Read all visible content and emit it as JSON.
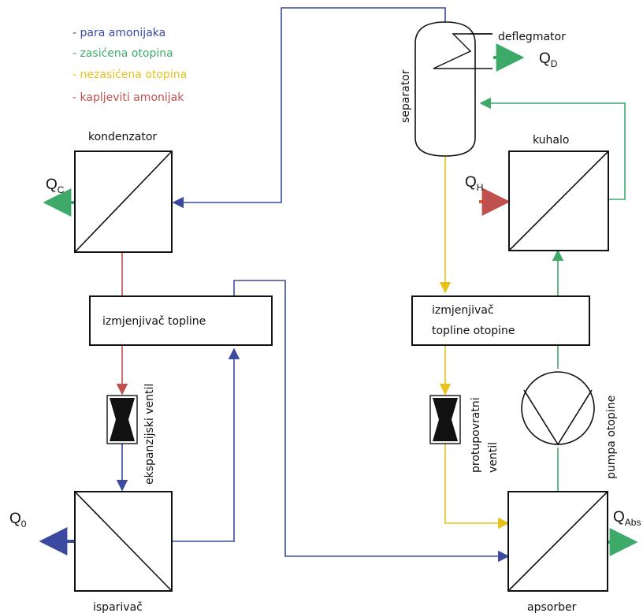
{
  "colors": {
    "vapor": "#3b4a9e",
    "saturated": "#3daa6a",
    "unsaturated": "#e6c21a",
    "liquid": "#c0504d",
    "heat_left": "#3fa66b",
    "heat_input": "#e05a2b",
    "outline": "#111111"
  },
  "legend": [
    {
      "text": "- para amonijaka",
      "color_key": "vapor"
    },
    {
      "text": "- zasićena otopina",
      "color_key": "saturated"
    },
    {
      "text": "- nezasićena otopina",
      "color_key": "unsaturated"
    },
    {
      "text": "- kapljeviti amonijak",
      "color_key": "liquid"
    }
  ],
  "components": {
    "kondenzator": "kondenzator",
    "isparivac": "isparivač",
    "apsorber": "apsorber",
    "kuhalo": "kuhalo",
    "separator": "separator",
    "deflegmator": "deflegmator",
    "izmjenjivac_topline": "izmjenjivač topline",
    "izmjenjivac_otopine_line1": "izmjenjivač",
    "izmjenjivac_otopine_line2": "topline otopine",
    "ekspanzijski_ventil": "ekspanzijski ventil",
    "protupovratni_line1": "protupovratni",
    "protupovratni_line2": "ventil",
    "pumpa_otopine": "pumpa otopine"
  },
  "heat_flows": {
    "qc": {
      "main": "Q",
      "sub": "C"
    },
    "q0": {
      "main": "Q",
      "sub": "0"
    },
    "qh": {
      "main": "Q",
      "sub": "H"
    },
    "qd": {
      "main": "Q",
      "sub": "D"
    },
    "qabs": {
      "main": "Q",
      "sub": "Abs"
    }
  }
}
